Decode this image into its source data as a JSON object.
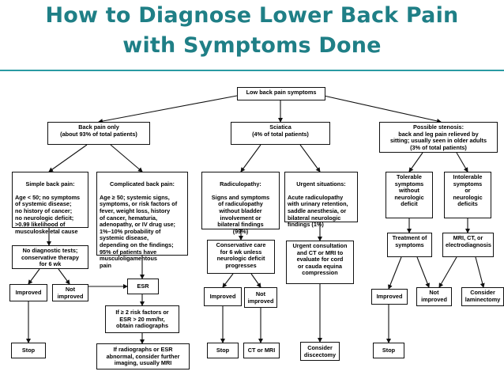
{
  "slide": {
    "title_line1": "How to Diagnose Lower Back Pain",
    "title_line2": "with Symptoms Done"
  },
  "flowchart": {
    "root": "Low back pain symptoms",
    "back_pain_only": "Back pain only\n(about 93% of total patients)",
    "sciatica": "Sciatica\n(4% of total patients)",
    "stenosis": "Possible stenosis:\nback and leg pain relieved by\nsitting; usually seen in older adults\n(3% of total patients)",
    "simple_title": "Simple back pain:",
    "simple_body": "Age < 50; no symptoms\nof systemic disease;\nno history of cancer;\nno neurologic deficit;\n>0.99 likelihood of\nmusculoskeletal cause",
    "complicated_title": "Complicated back pain:",
    "complicated_body": "Age ≥ 50; systemic signs,\nsymptoms, or risk factors of\nfever, weight loss, history\nof cancer, hematuria,\nadenopathy, or IV drug use;\n1%–10% probability of\nsystemic disease,\ndepending on the findings;\n95% of patients have\nmusculoligamentous\npain",
    "radiculopathy_title": "Radiculopathy:",
    "radiculopathy_body": "Signs and symptoms\nof radiculopathy\nwithout bladder\ninvolvement or\nbilateral findings\n(99%)",
    "urgent_title": "Urgent situations:",
    "urgent_body": "Acute radiculopathy\nwith urinary retention,\nsaddle anesthesia, or\nbilateral neurologic\nfindings (1%)",
    "tolerable": "Tolerable\nsymptoms\nwithout\nneurologic\ndeficit",
    "intolerable": "Intolerable\nsymptoms\nor\nneurologic\ndeficits",
    "no_diag": "No diagnostic tests;\nconservative therapy\nfor 6 wk",
    "conservative": "Conservative care\nfor 6 wk unless\nneurologic deficit\nprogresses",
    "urgent_consult": "Urgent consultation\nand CT or MRI to\nevaluate for cord\nor cauda equina\ncompression",
    "treatment": "Treatment of\nsymptoms",
    "mri_ct": "MRI, CT, or\nelectrodiagnosis",
    "improved_1": "Improved",
    "not_improved_1": "Not\nimproved",
    "esr": "ESR",
    "improved_2": "Improved",
    "not_improved_2": "Not\nimproved",
    "improved_3": "Improved",
    "not_improved_3": "Not\nimproved",
    "consider_laminectomy": "Consider\nlaminectomy",
    "risk_factors": "If ≥ 2 risk factors or\nESR > 20 mm/hr,\nobtain radiographs",
    "stop_1": "Stop",
    "radiographs_abnormal": "If radiographs or ESR\nabnormal, consider further\nimaging, usually MRI",
    "stop_2": "Stop",
    "ct_mri": "CT or MRI",
    "consider_discectomy": "Consider\ndiscectomy",
    "stop_3": "Stop"
  }
}
